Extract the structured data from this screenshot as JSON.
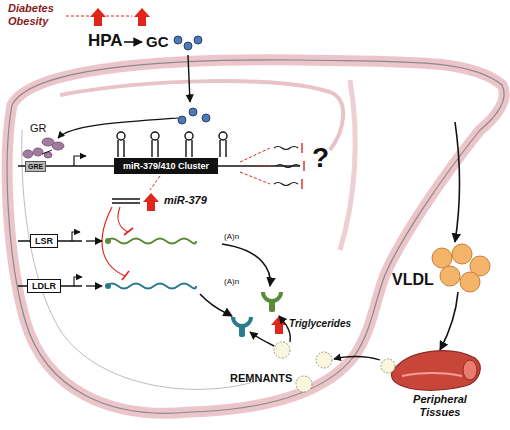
{
  "diagram": {
    "nodes": [
      {
        "text": [
          "GRE"
        ]
      },
      {
        "text": [
          "miR-379/410 Cluster"
        ]
      },
      {
        "text": [
          "LSR"
        ]
      },
      {
        "text": [
          "LDLR"
        ]
      }
    ],
    "labels": [
      "Diabetes Obesity",
      "HPA",
      "GC",
      "GR",
      "?",
      "miR-379",
      "(A)n",
      "(A)n",
      "VLDL",
      "Triglycerides",
      "REMNANTS",
      "Peripheral Tissues"
    ]
  }
}
